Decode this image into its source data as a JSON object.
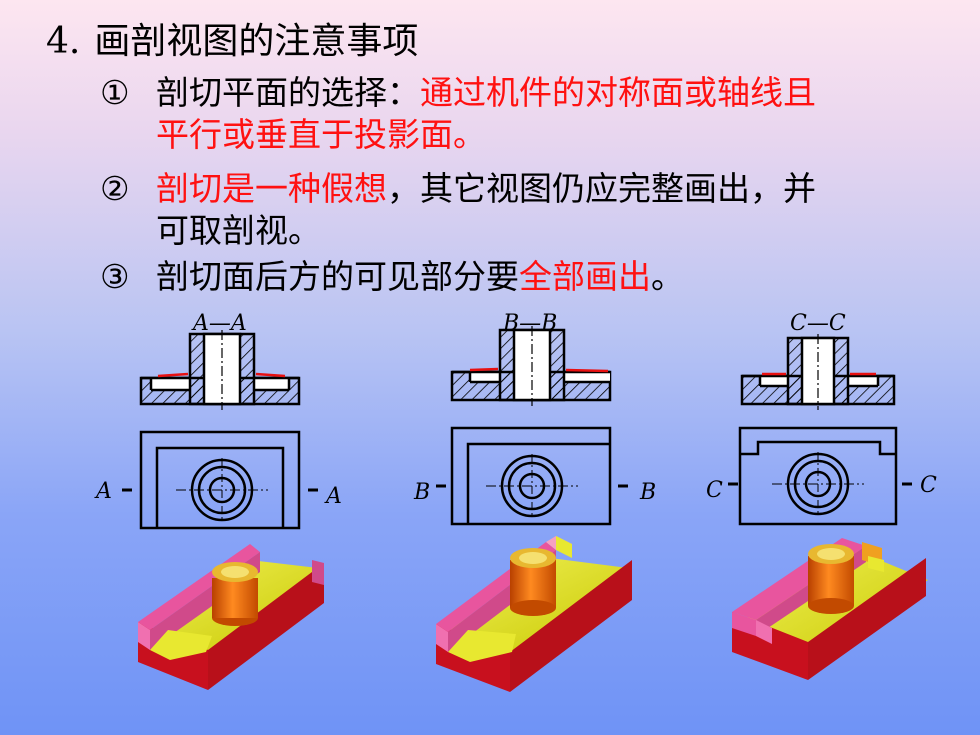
{
  "slide": {
    "title_num": "4.",
    "title_text": "画剖视图的注意事项",
    "items": [
      {
        "mark": "①",
        "line1_black": "剖切平面的选择：",
        "line1_red": "通过机件的对称面或轴线且",
        "line2_red": "平行或垂直于投影面。"
      },
      {
        "mark": "②",
        "line1_red": "剖切是一种假想",
        "line1_black": "，其它视图仍应完整画出，并",
        "line2_black": "可取剖视。"
      },
      {
        "mark": "③",
        "line1_black": "剖切面后方的可见部分要",
        "line1_red": "全部画出",
        "line1_tail": "。"
      }
    ]
  },
  "figures": [
    {
      "section_label": "A—A",
      "cut_left": "A",
      "cut_right": "A"
    },
    {
      "section_label": "B—B",
      "cut_left": "B",
      "cut_right": "B"
    },
    {
      "section_label": "C—C",
      "cut_left": "C",
      "cut_right": "C"
    }
  ],
  "colors": {
    "red_text": "#ff1111",
    "part_top": "#dede10",
    "part_magenta": "#e8559e",
    "part_red": "#c8101e",
    "cylinder": "#f07010"
  }
}
